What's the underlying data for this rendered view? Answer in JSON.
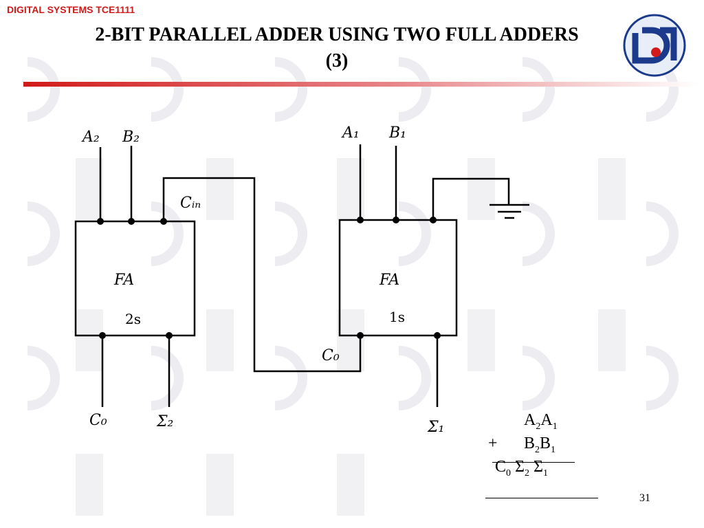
{
  "header": {
    "course": "DIGITAL SYSTEMS TCE1111"
  },
  "slide": {
    "title_line1": "2-BIT PARALLEL ADDER USING TWO FULL ADDERS",
    "title_line2": "(3)",
    "page_number": "31"
  },
  "colors": {
    "accent": "#d11a1a",
    "logo_blue": "#1b3a8c",
    "watermark": "#e6e6ec"
  },
  "logo": {
    "icon": "university-logo-icon"
  },
  "diagram": {
    "left_block": {
      "name": "FA",
      "sub": "2s"
    },
    "right_block": {
      "name": "FA",
      "sub": "1s"
    },
    "inputs": {
      "a2": "A₂",
      "b2": "B₂",
      "a1": "A₁",
      "b1": "B₁",
      "cin": "Cᵢₙ"
    },
    "outputs": {
      "c0_left": "C₀",
      "s2": "Σ₂",
      "c0_mid": "C₀",
      "s1": "Σ₁"
    },
    "ground": "ground-icon"
  },
  "summary": {
    "line1": {
      "a": "A",
      "a_sub1": "2",
      "b": "A",
      "b_sub": "1"
    },
    "line2": {
      "plus": "+",
      "a": "B",
      "a_sub": "2",
      "b": "B",
      "b_sub": "1"
    },
    "line3": {
      "c": "C",
      "c_sub": "0",
      "s2": "Σ",
      "s2_sub": "2",
      "s1": "Σ",
      "s1_sub": "1"
    }
  }
}
